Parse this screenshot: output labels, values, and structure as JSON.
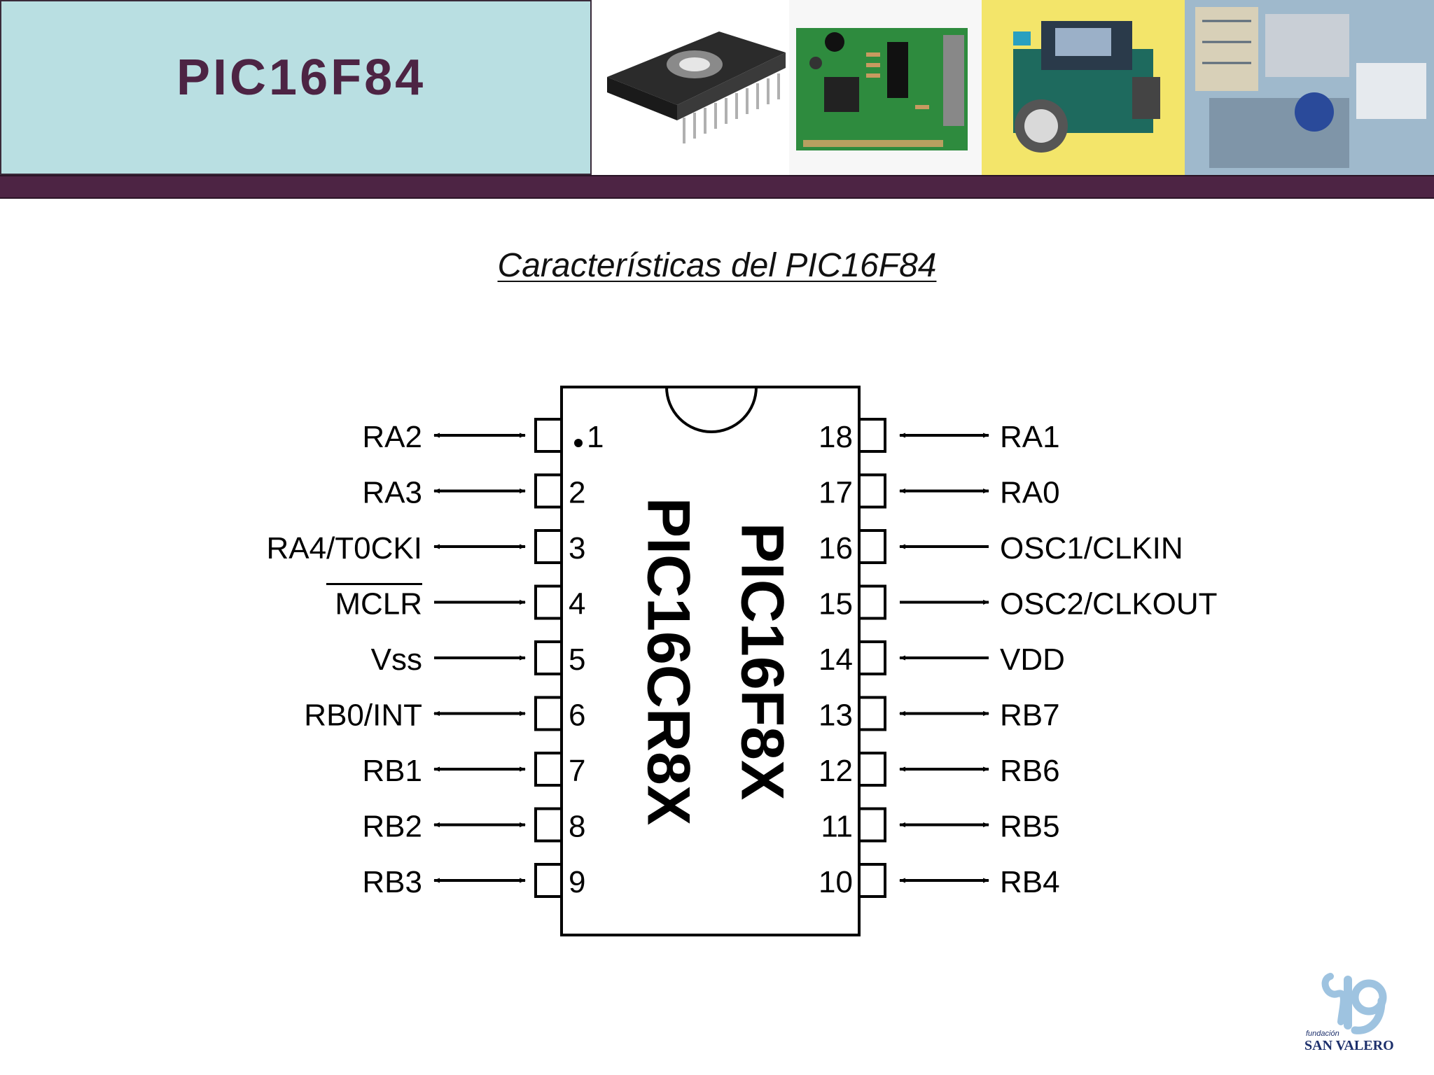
{
  "header": {
    "title": "PIC16F84",
    "images": [
      "eprom-chip-photo",
      "pic-programmer-board-photo",
      "robot-kit-photo",
      "campus-collage-photo"
    ]
  },
  "slide": {
    "title": "Características del PIC16F84"
  },
  "chip": {
    "labels": [
      "PIC16CR8X",
      "PIC16F8X"
    ],
    "left_pins": [
      {
        "num": "1",
        "name": "RA2",
        "dir": "both"
      },
      {
        "num": "2",
        "name": "RA3",
        "dir": "both"
      },
      {
        "num": "3",
        "name": "RA4/T0CKI",
        "dir": "both"
      },
      {
        "num": "4",
        "name": "MCLR",
        "dir": "in",
        "overline": true
      },
      {
        "num": "5",
        "name": "Vss",
        "dir": "in"
      },
      {
        "num": "6",
        "name": "RB0/INT",
        "dir": "both"
      },
      {
        "num": "7",
        "name": "RB1",
        "dir": "both"
      },
      {
        "num": "8",
        "name": "RB2",
        "dir": "both"
      },
      {
        "num": "9",
        "name": "RB3",
        "dir": "both"
      }
    ],
    "right_pins": [
      {
        "num": "18",
        "name": "RA1",
        "dir": "both"
      },
      {
        "num": "17",
        "name": "RA0",
        "dir": "both"
      },
      {
        "num": "16",
        "name": "OSC1/CLKIN",
        "dir": "in"
      },
      {
        "num": "15",
        "name": "OSC2/CLKOUT",
        "dir": "out"
      },
      {
        "num": "14",
        "name": "VDD",
        "dir": "in"
      },
      {
        "num": "13",
        "name": "RB7",
        "dir": "both"
      },
      {
        "num": "12",
        "name": "RB6",
        "dir": "both"
      },
      {
        "num": "11",
        "name": "RB5",
        "dir": "both"
      },
      {
        "num": "10",
        "name": "RB4",
        "dir": "both"
      }
    ]
  },
  "logo": {
    "line1": "fundación",
    "line2": "SAN VALERO",
    "color": "#1c2f6b",
    "accent": "#9ec3e0"
  },
  "colors": {
    "header_box": "#b9dfe2",
    "plum": "#4d2444"
  }
}
